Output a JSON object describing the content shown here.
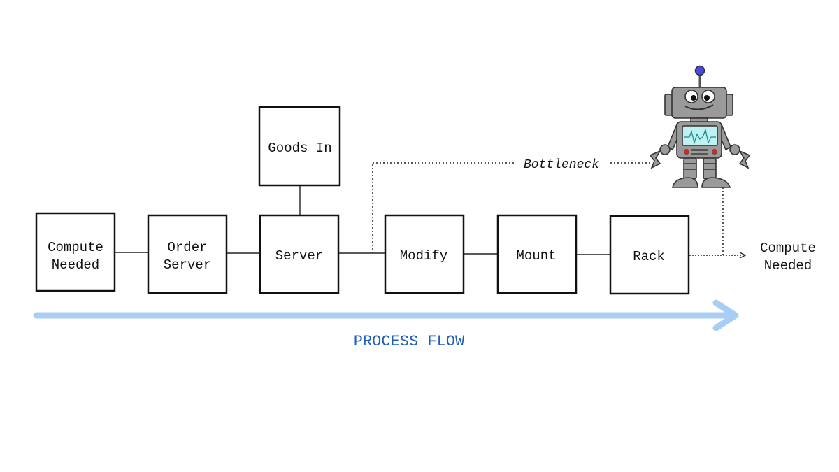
{
  "nodes": {
    "compute_needed_start": {
      "line1": "Compute",
      "line2": "Needed"
    },
    "order_server": {
      "line1": "Order",
      "line2": "Server"
    },
    "server": {
      "label": "Server"
    },
    "goods_in": {
      "label": "Goods In"
    },
    "modify": {
      "label": "Modify"
    },
    "mount": {
      "label": "Mount"
    },
    "rack": {
      "label": "Rack"
    },
    "compute_needed_end": {
      "line1": "Compute",
      "line2": "Needed"
    }
  },
  "annotation": {
    "bottleneck": "Bottleneck"
  },
  "process_flow": {
    "label": "PROCESS FLOW"
  },
  "colors": {
    "flow_arrow": "#a9cdf5",
    "flow_text": "#1f5fb8",
    "robot_body": "#9a9a9a",
    "robot_screen": "#bff0f2",
    "robot_antenna": "#4a4ad8"
  },
  "icons": {
    "robot": "robot-icon"
  }
}
